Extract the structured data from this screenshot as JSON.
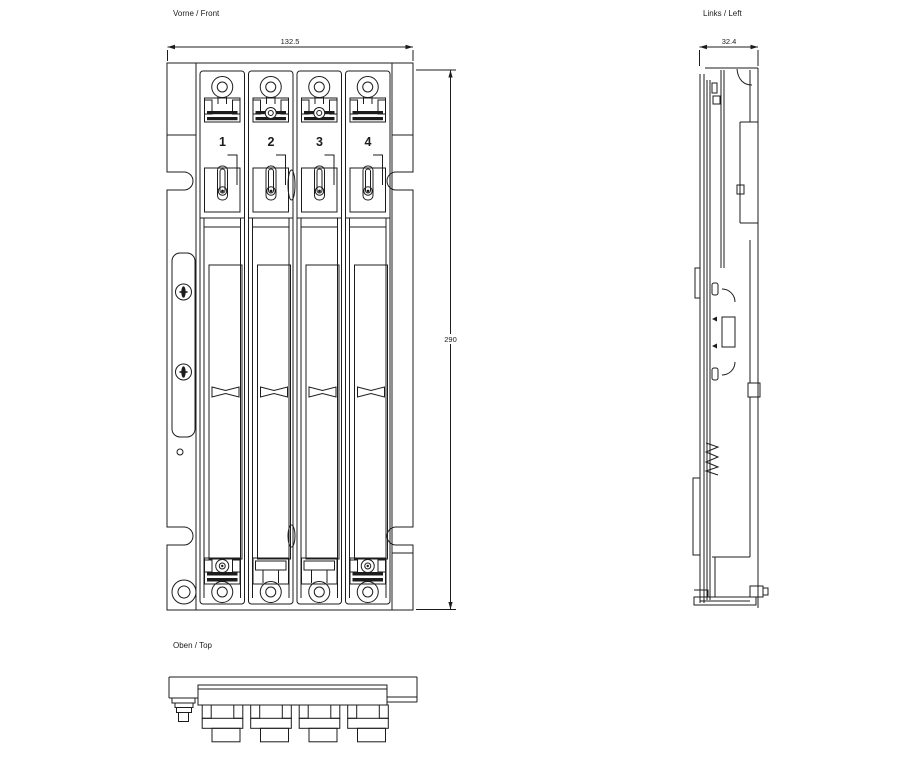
{
  "drawing": {
    "front": {
      "label": "Vorne / Front",
      "dim_width": "132.5",
      "dim_height": "290",
      "modules": [
        "1",
        "2",
        "3",
        "4"
      ]
    },
    "left": {
      "label": "Links / Left",
      "dim_depth": "32.4"
    },
    "top": {
      "label": "Oben / Top"
    }
  },
  "colors": {
    "line": "#1c1c1c",
    "background": "#ffffff"
  }
}
